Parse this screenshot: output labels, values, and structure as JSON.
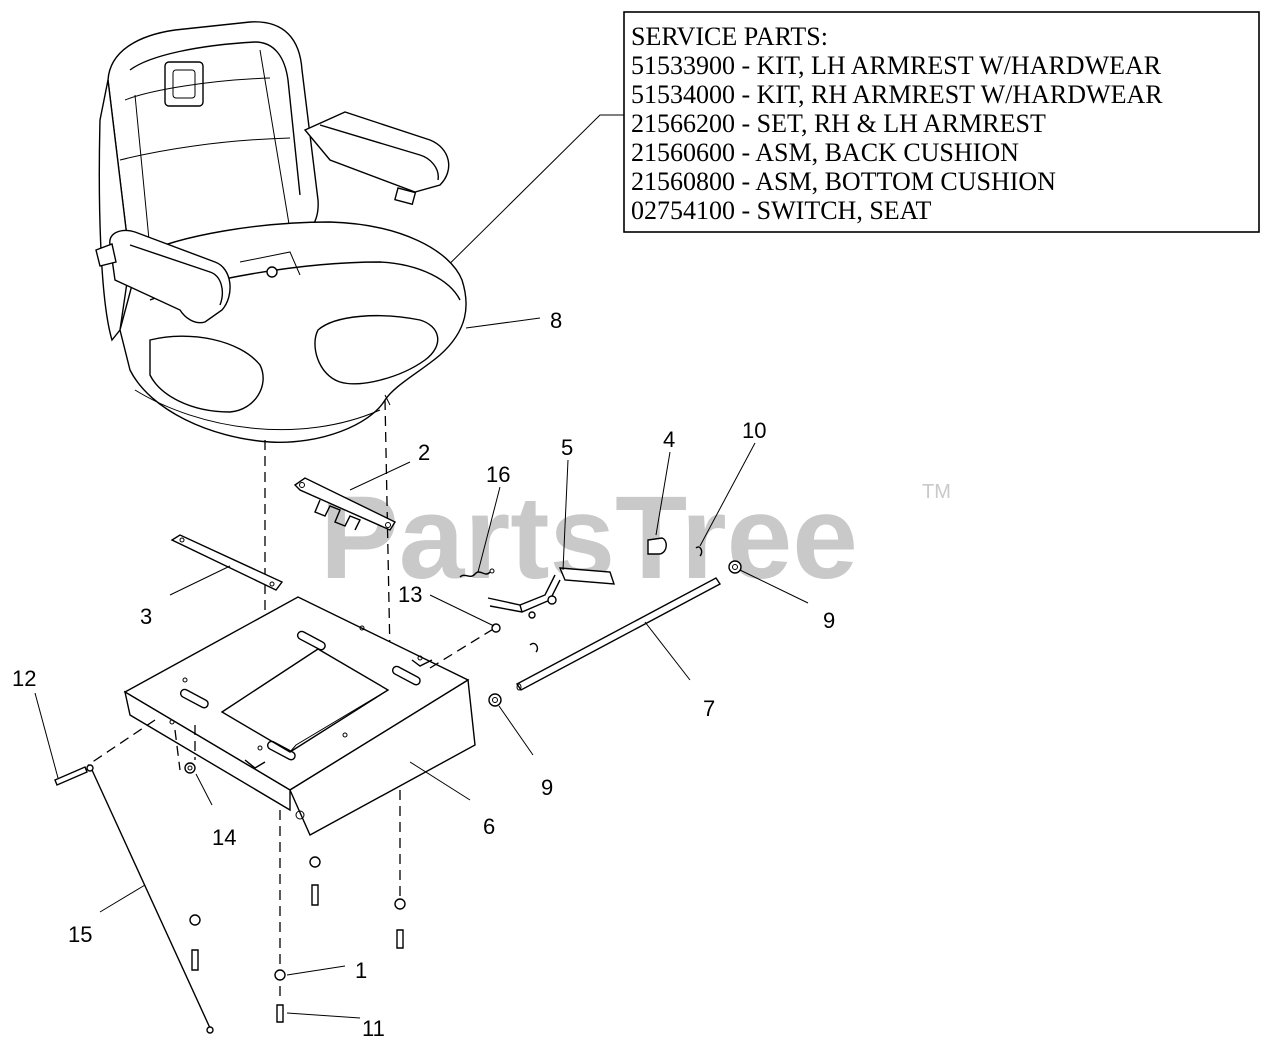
{
  "watermark": {
    "brand": "PartsTree",
    "trademark": "TM"
  },
  "service_parts": {
    "heading": "SERVICE PARTS:",
    "items": [
      "51533900 - KIT, LH ARMREST W/HARDWEAR",
      "51534000 - KIT, RH ARMREST W/HARDWEAR",
      "21566200 - SET, RH & LH ARMREST",
      "21560600 - ASM, BACK CUSHION",
      "21560800 - ASM, BOTTOM CUSHION",
      "02754100 - SWITCH, SEAT"
    ]
  },
  "callouts": {
    "c1": "1",
    "c2": "2",
    "c3": "3",
    "c4": "4",
    "c5": "5",
    "c6": "6",
    "c7": "7",
    "c8": "8",
    "c9a": "9",
    "c9b": "9",
    "c10": "10",
    "c11": "11",
    "c12": "12",
    "c13": "13",
    "c14": "14",
    "c15": "15",
    "c16": "16"
  }
}
